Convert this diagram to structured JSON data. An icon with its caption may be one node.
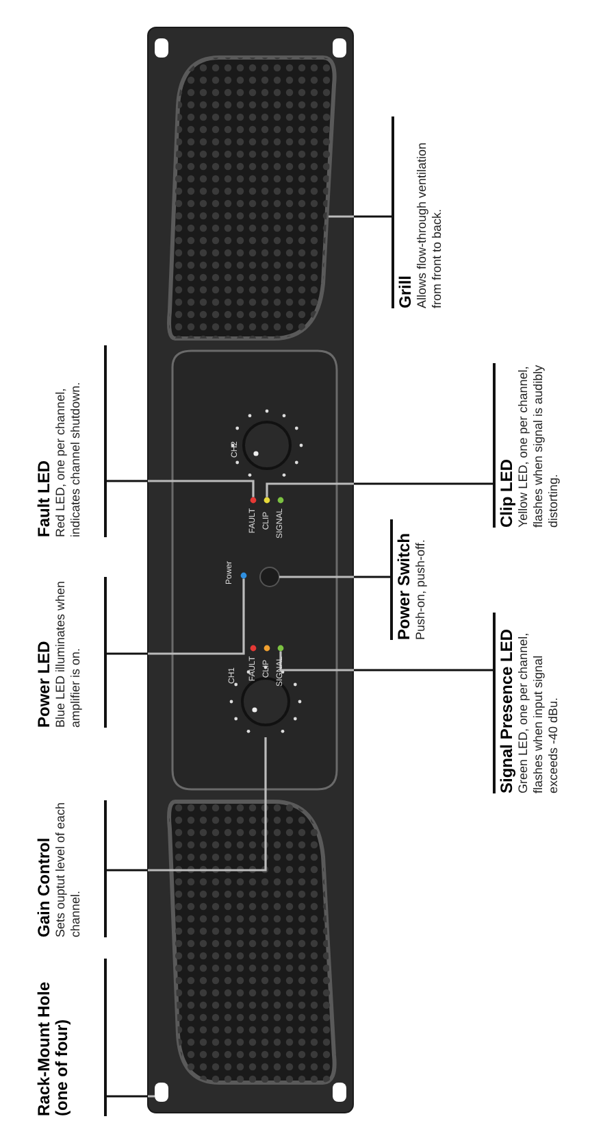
{
  "diagram": {
    "nodes": [
      {
        "text": [
          "Grill",
          "Allows flow-through ventilation from front to back."
        ]
      },
      {
        "text": [
          "Fault LED",
          "Red LED, one per channel, indicates channel shutdown."
        ]
      },
      {
        "text": [
          "Clip LED",
          "Yellow LED, one per channel, flashes when signal is audibly distorting."
        ]
      },
      {
        "text": [
          "Power Switch",
          "Push-on, push-off."
        ]
      },
      {
        "text": [
          "Power LED",
          "Blue LED illuminates when amplifier is on."
        ]
      },
      {
        "text": [
          "Signal Presence LED",
          "Green LED, one per channel, flashes when input signal exceeds -40 dBu."
        ]
      },
      {
        "text": [
          "Gain Control",
          "Sets ouptut level of each channel."
        ]
      },
      {
        "text": [
          "Rack-Mount Hole (one of four)"
        ]
      },
      {
        "text": [],
        "shape": "box"
      },
      {
        "text": [],
        "shape": "circle"
      },
      {
        "text": [],
        "shape": "circle"
      },
      {
        "text": [],
        "shape": "circle"
      },
      {
        "text": [],
        "shape": "circle"
      },
      {
        "text": [],
        "shape": "circle"
      },
      {
        "text": [],
        "shape": "circle"
      },
      {
        "text": [],
        "shape": "box"
      },
      {
        "text": [],
        "shape": "box"
      },
      {
        "text": [],
        "shape": "box"
      },
      {
        "text": [],
        "shape": "box"
      },
      {
        "text": [],
        "shape": "circle"
      }
    ],
    "edges": [
      {
        "from": 0,
        "to": 8,
        "arrow": "none"
      },
      {
        "from": 1,
        "to": 9,
        "arrow": "none"
      },
      {
        "from": 2,
        "to": 10,
        "arrow": "none"
      },
      {
        "from": 3,
        "to": 11,
        "arrow": "none"
      },
      {
        "from": 4,
        "to": 12,
        "arrow": "none"
      },
      {
        "from": 5,
        "to": 13,
        "arrow": "none"
      },
      {
        "from": 6,
        "to": 14,
        "arrow": "none"
      },
      {
        "from": 7,
        "to": 15,
        "arrow": "none"
      }
    ],
    "labels": [
      "CH2",
      "FAULT",
      "CLIP",
      "SIGNAL",
      "Power",
      "FAULT",
      "CLIP",
      "SIGNAL",
      "CH1"
    ]
  }
}
